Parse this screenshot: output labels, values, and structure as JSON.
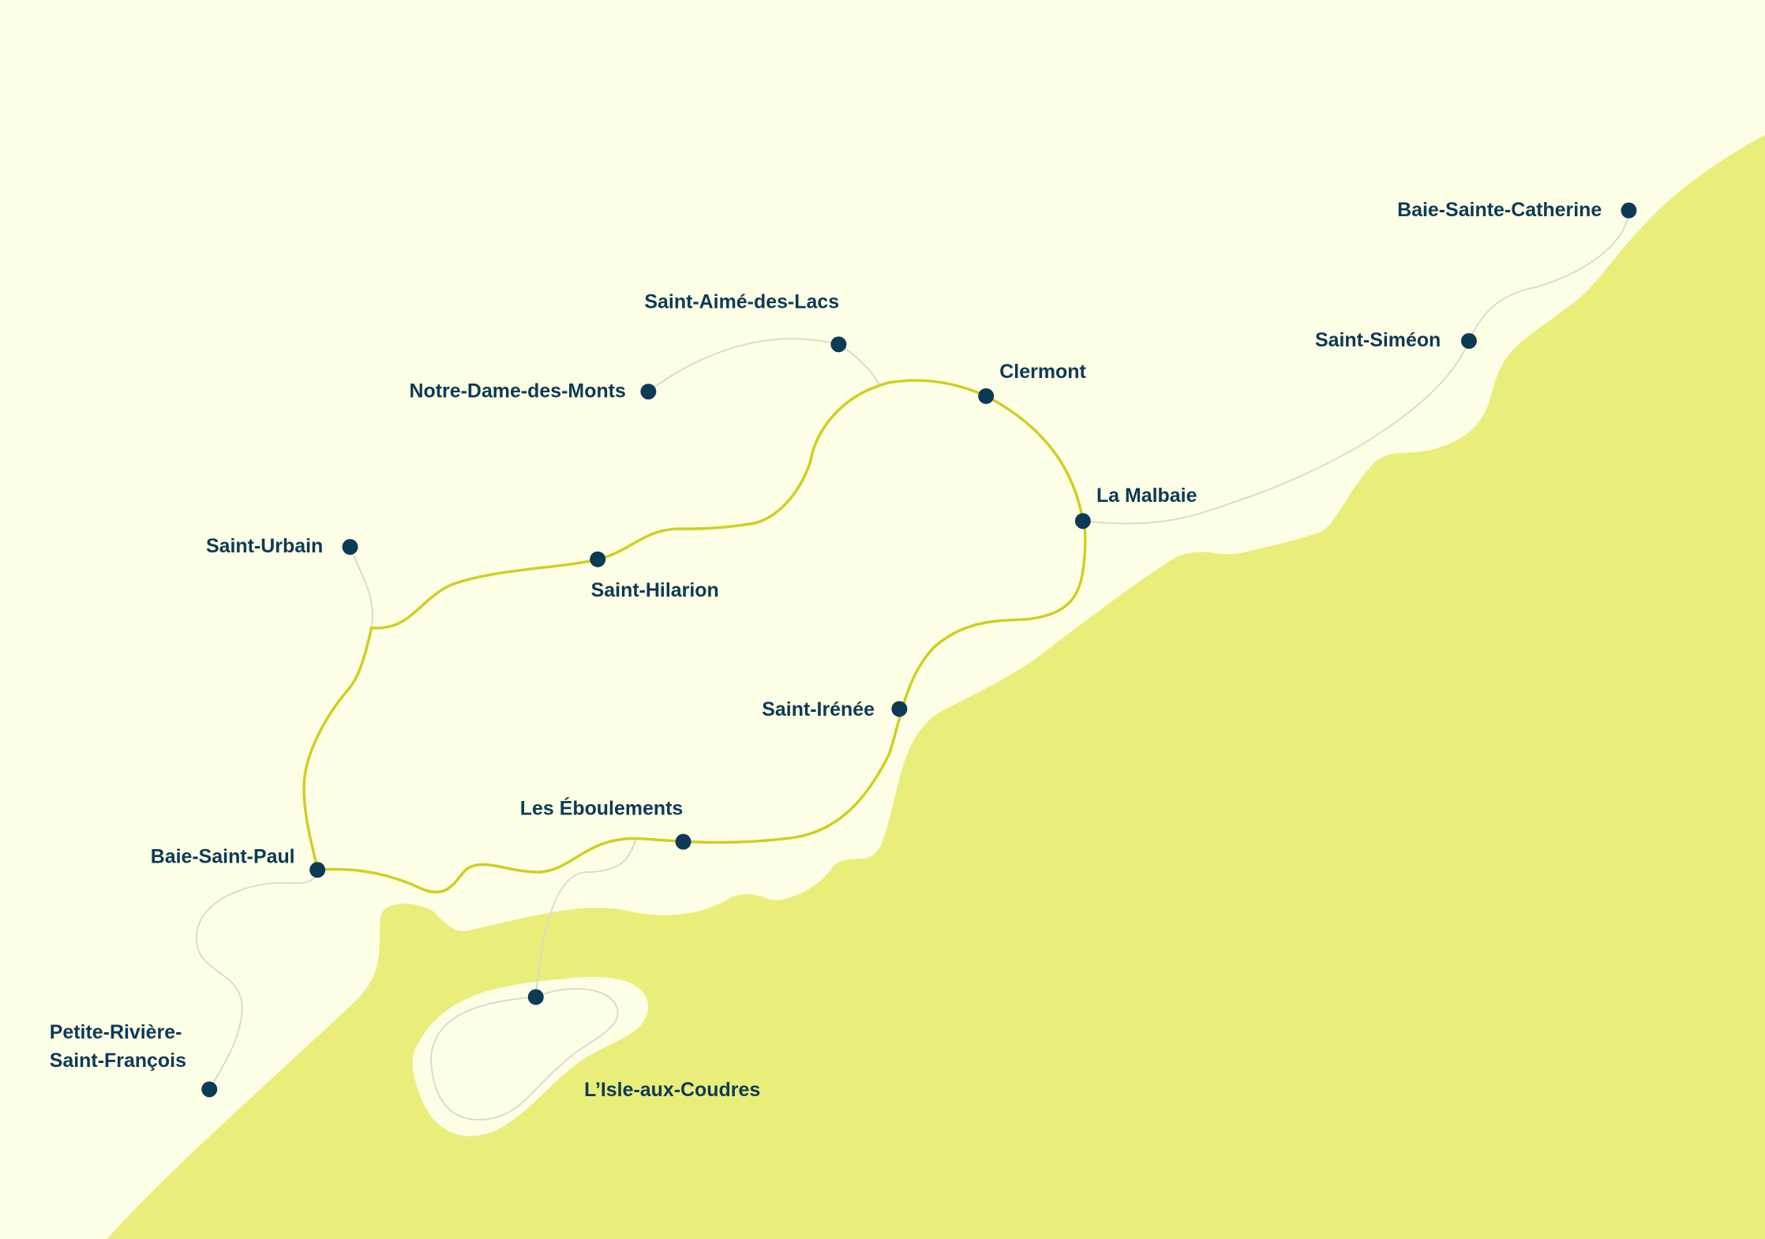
{
  "map": {
    "colors": {
      "background": "#fdfee6",
      "land": "#e9ee7a",
      "route": "#cfcf1e",
      "secondary_road": "#d6d9cc",
      "marker": "#0d3a55",
      "label": "#0d3a55"
    },
    "places": {
      "baie_sainte_catherine": "Baie-Sainte-Catherine",
      "saint_simeon": "Saint-Siméon",
      "saint_aime_des_lacs": "Saint-Aimé-des-Lacs",
      "notre_dame_des_monts": "Notre-Dame-des-Monts",
      "clermont": "Clermont",
      "la_malbaie": "La Malbaie",
      "saint_urbain": "Saint-Urbain",
      "saint_hilarion": "Saint-Hilarion",
      "saint_irenee": "Saint-Irénée",
      "les_eboulements": "Les Éboulements",
      "baie_saint_paul": "Baie-Saint-Paul",
      "petite_riviere_line1": "Petite-Rivière-",
      "petite_riviere_line2": "Saint-François",
      "isle_aux_coudres": "L’Isle-aux-Coudres"
    }
  }
}
